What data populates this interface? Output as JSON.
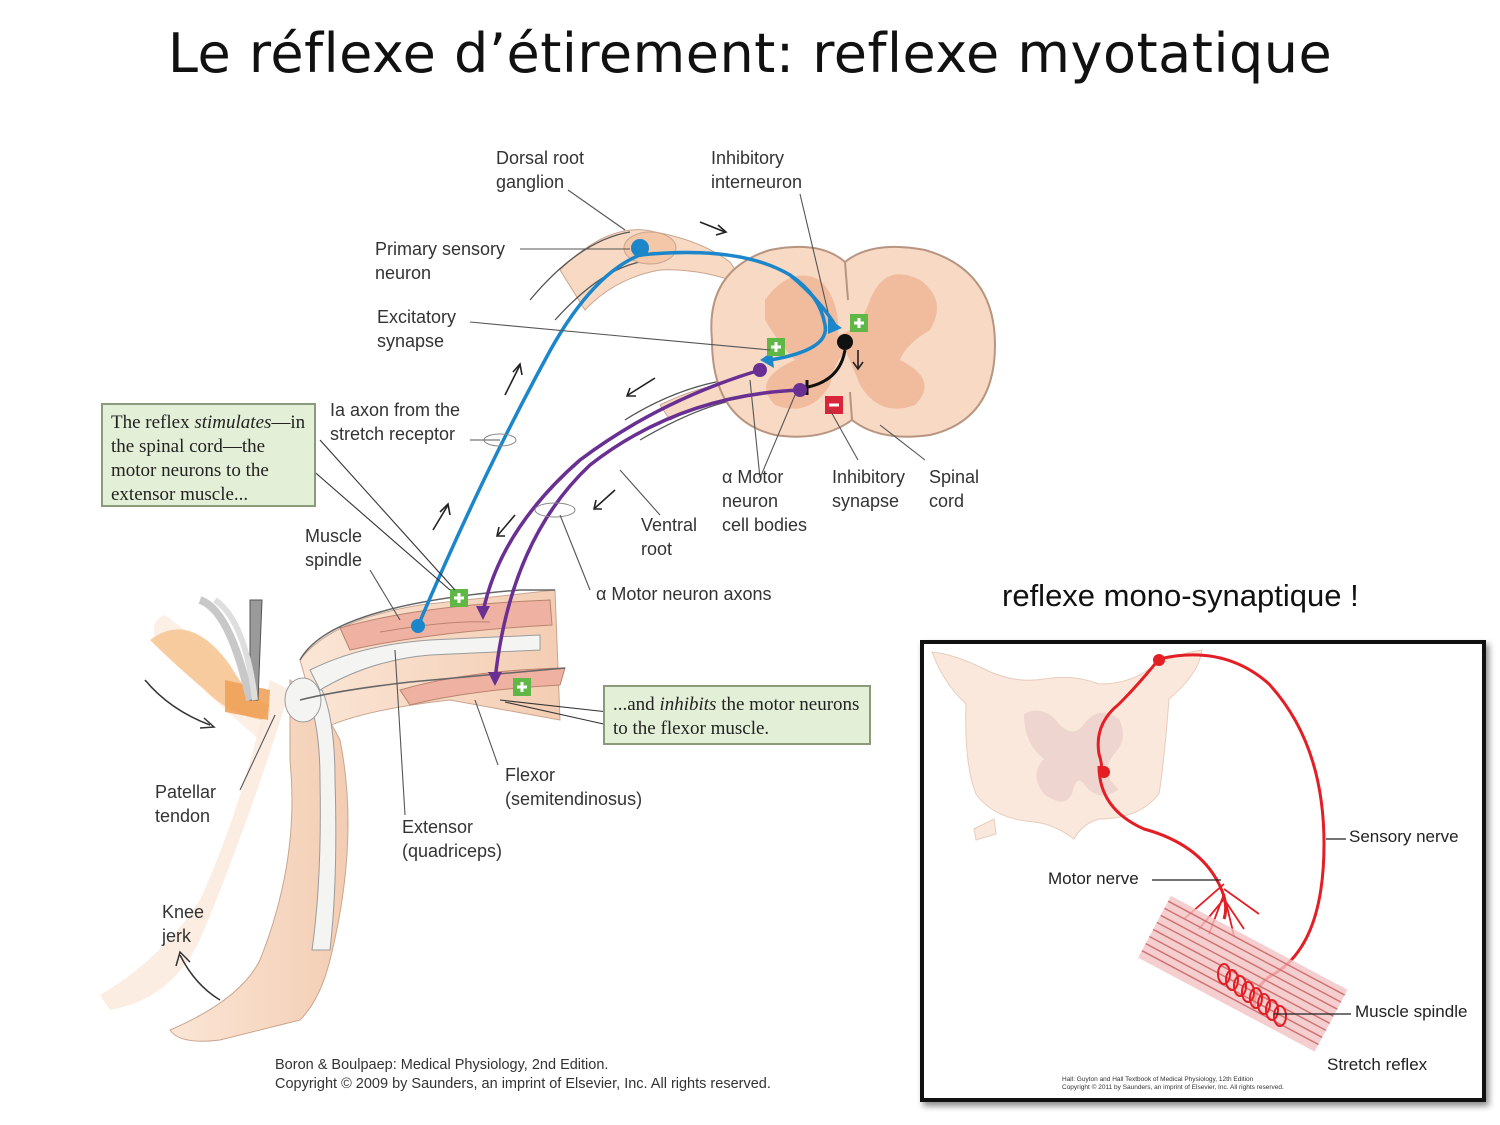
{
  "title": "Le réflexe d’étirement: reflexe myotatique",
  "main_diagram": {
    "labels": {
      "dorsal_root_ganglion": [
        "Dorsal root",
        "ganglion"
      ],
      "inhibitory_interneuron": [
        "Inhibitory",
        "interneuron"
      ],
      "primary_sensory_neuron": [
        "Primary sensory",
        "neuron"
      ],
      "excitatory_synapse": [
        "Excitatory",
        "synapse"
      ],
      "ia_axon": [
        "Ia axon from the",
        "stretch receptor"
      ],
      "alpha_motor_cell_bodies": [
        "α Motor",
        "neuron",
        "cell bodies"
      ],
      "inhibitory_synapse": [
        "Inhibitory",
        "synapse"
      ],
      "spinal_cord": [
        "Spinal",
        "cord"
      ],
      "ventral_root": [
        "Ventral",
        "root"
      ],
      "muscle_spindle": [
        "Muscle",
        "spindle"
      ],
      "alpha_motor_axons": "α Motor neuron axons",
      "patellar_tendon": [
        "Patellar",
        "tendon"
      ],
      "flexor": [
        "Flexor",
        "(semitendinosus)"
      ],
      "extensor": [
        "Extensor",
        "(quadriceps)"
      ],
      "knee_jerk": [
        "Knee",
        "jerk"
      ]
    },
    "callout_extensor": {
      "part1": "The reflex ",
      "part1_italic": "stimulates",
      "part2": "—in the spinal cord—the motor neurons to the extensor muscle..."
    },
    "callout_flexor": {
      "part1": "...and ",
      "part1_italic": "inhibits",
      "part2": " the motor neurons to the flexor muscle."
    },
    "credit": [
      "Boron & Boulpaep: Medical Physiology, 2nd Edition.",
      "Copyright © 2009 by Saunders, an imprint of Elsevier, Inc. All rights reserved."
    ]
  },
  "side_label": "reflexe mono-synaptique !",
  "inset": {
    "labels": {
      "sensory_nerve": "Sensory nerve",
      "motor_nerve": "Motor nerve",
      "muscle_spindle": "Muscle spindle",
      "caption": "Stretch reflex"
    },
    "credit": [
      "Hall: Guyton and Hall Textbook of Medical Physiology, 12th Edition",
      "Copyright © 2011 by Saunders, an imprint of Elsevier, Inc. All rights reserved."
    ]
  },
  "colors": {
    "sensory_blue": "#1b86c9",
    "motor_purple": "#6a2f92",
    "excitatory_green": "#5fb846",
    "inhibitory_red": "#d9253a",
    "inset_red": "#e31e24",
    "tissue_peach": "#f7d9c4",
    "gray_matter": "#efb899",
    "callout_green": "#e4efd7"
  }
}
